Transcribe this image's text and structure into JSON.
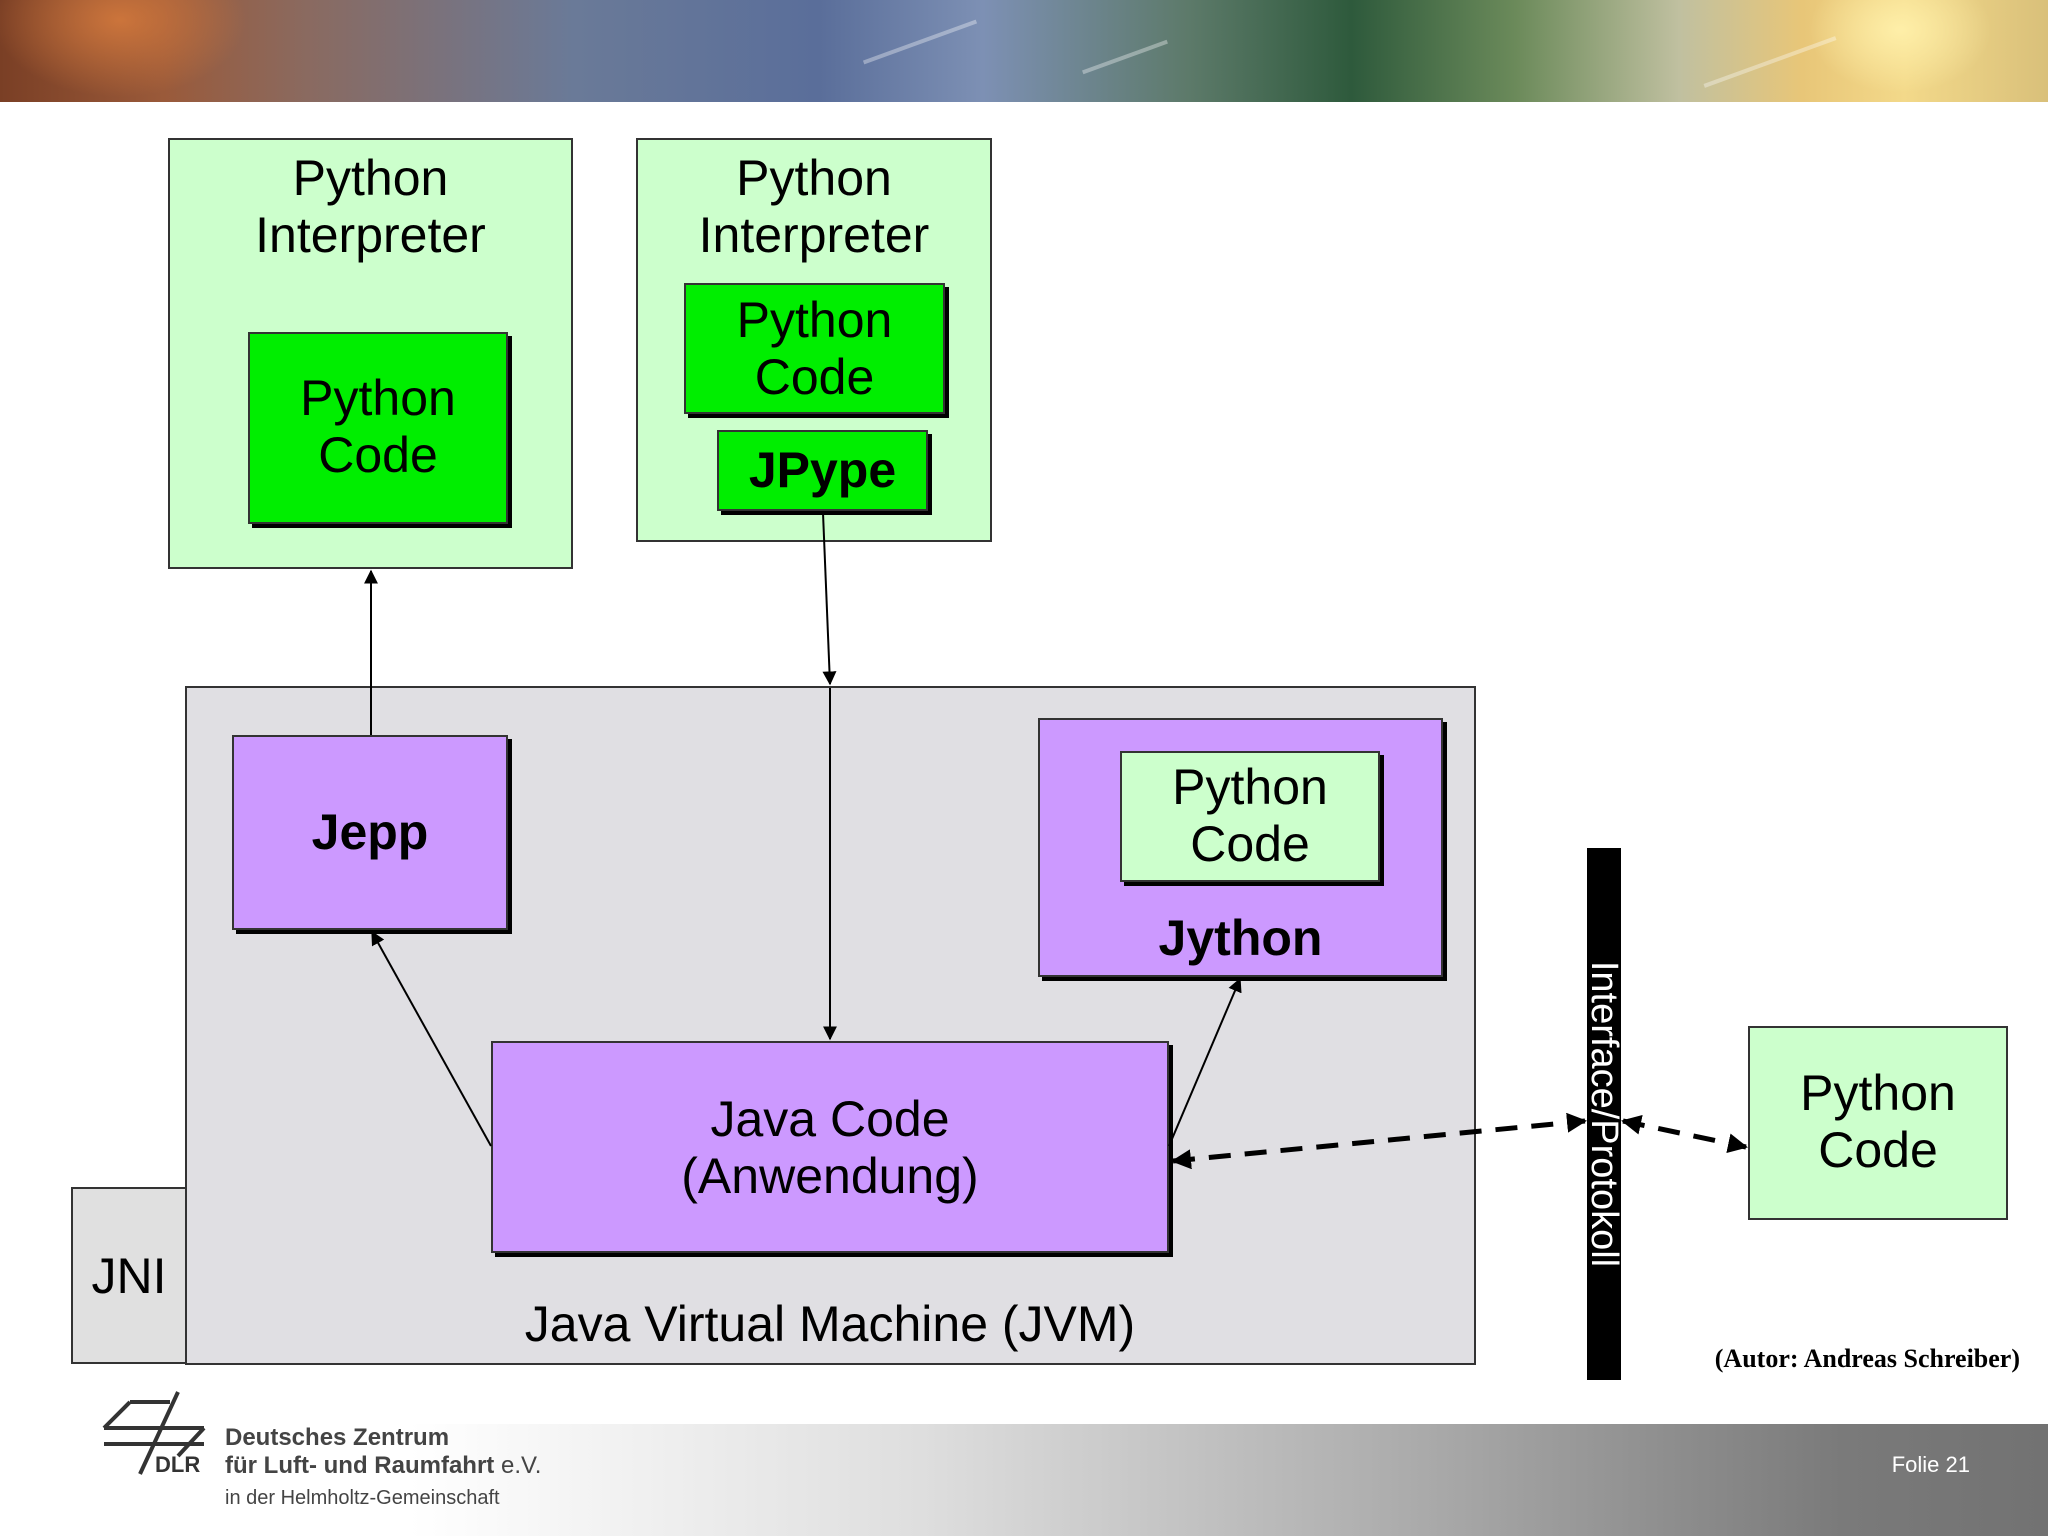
{
  "diagram": {
    "interpreter_left": {
      "title": "Python\nInterpreter",
      "code": "Python\nCode"
    },
    "interpreter_right": {
      "title": "Python\nInterpreter",
      "code": "Python\nCode",
      "bridge": "JPype"
    },
    "jvm": {
      "label": "Java Virtual Machine (JVM)",
      "jepp": "Jepp",
      "jython": {
        "code": "Python\nCode",
        "label": "Jython"
      },
      "java_code": "Java Code\n(Anwendung)"
    },
    "jni": "JNI",
    "interface": "Interface/Protokoll",
    "external_code": "Python\nCode",
    "author": "(Autor: Andreas Schreiber)"
  },
  "footer": {
    "org_line1": "Deutsches Zentrum",
    "org_line2": "für Luft- und Raumfahrt",
    "org_suffix": "e.V.",
    "org_line3": "in der Helmholtz-Gemeinschaft",
    "logo_text": "DLR",
    "slide": "Folie 21"
  }
}
